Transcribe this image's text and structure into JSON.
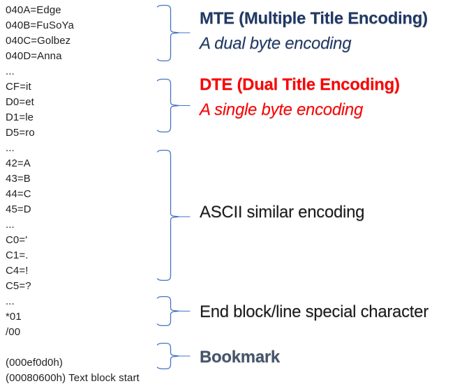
{
  "diagram": {
    "code_listing": {
      "lines": [
        "040A=Edge",
        "040B=FuSoYa",
        "040C=Golbez",
        "040D=Anna",
        "...",
        "CF=it",
        "D0=et",
        "D1=le",
        "D5=ro",
        "...",
        "42=A",
        "43=B",
        "44=C",
        "45=D",
        "...",
        "C0='",
        "C1=.",
        "C4=!",
        "C5=?",
        "...",
        "*01",
        "/00",
        "",
        "(000ef0d0h)",
        "(00080600h) Text block start"
      ]
    },
    "annotations": [
      {
        "id": "mte",
        "title": "MTE (Multiple Title Encoding)",
        "subtitle": "A dual byte encoding",
        "color": "#1F3864"
      },
      {
        "id": "dte",
        "title": "DTE (Dual Title Encoding)",
        "subtitle": "A single byte encoding",
        "color": "#FF0000"
      },
      {
        "id": "ascii",
        "title": "ASCII similar encoding",
        "color": "#1A1A1A"
      },
      {
        "id": "end-block",
        "title": "End block/line special character",
        "color": "#1A1A1A"
      },
      {
        "id": "bookmark",
        "title": "Bookmark",
        "color": "#44546A"
      }
    ],
    "colors": {
      "brace": "#4472C4",
      "code_text": "#1F1F1F",
      "background": "#FFFFFF"
    }
  }
}
